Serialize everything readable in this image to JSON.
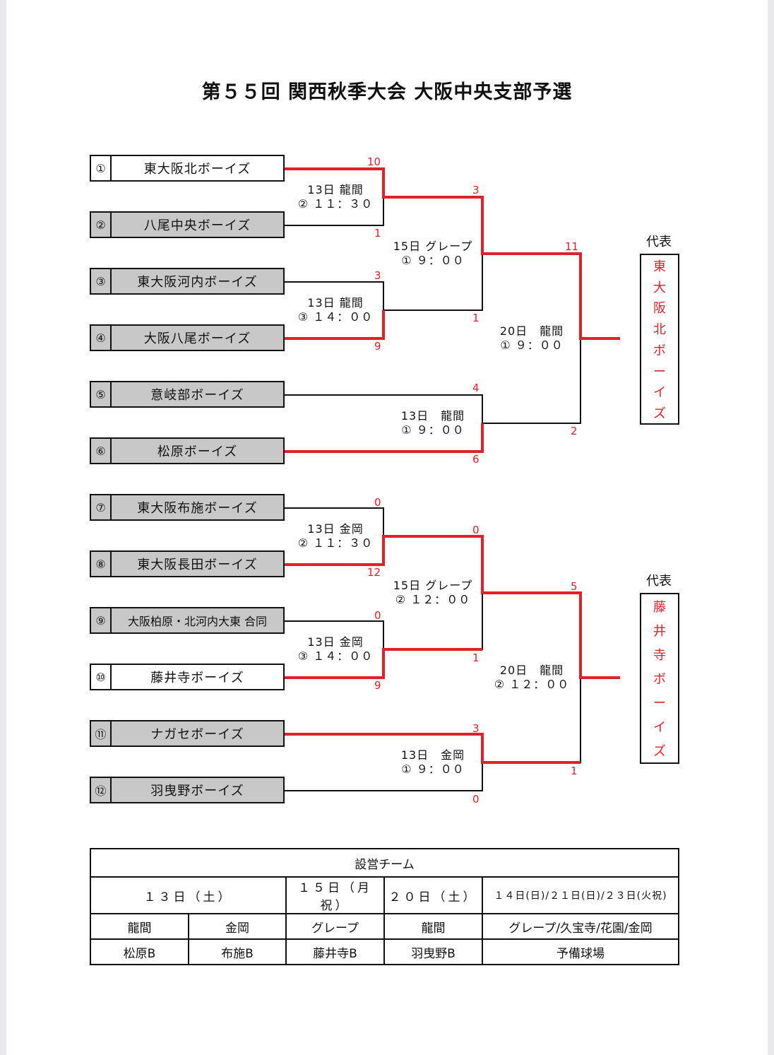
{
  "title": "第５５回 関西秋季大会 大阪中央支部予選",
  "teams": [
    {
      "num": "①",
      "name": "東大阪北ボーイズ",
      "gray": false
    },
    {
      "num": "②",
      "name": "八尾中央ボーイズ",
      "gray": true
    },
    {
      "num": "③",
      "name": "東大阪河内ボーイズ",
      "gray": true
    },
    {
      "num": "④",
      "name": "大阪八尾ボーイズ",
      "gray": true
    },
    {
      "num": "⑤",
      "name": "意岐部ボーイズ",
      "gray": true
    },
    {
      "num": "⑥",
      "name": "松原ボーイズ",
      "gray": true
    },
    {
      "num": "⑦",
      "name": "東大阪布施ボーイズ",
      "gray": true
    },
    {
      "num": "⑧",
      "name": "東大阪長田ボーイズ",
      "gray": true
    },
    {
      "num": "⑨",
      "name": "大阪柏原・北河内大東 合同",
      "gray": true
    },
    {
      "num": "⑩",
      "name": "藤井寺ボーイズ",
      "gray": false
    },
    {
      "num": "⑪",
      "name": "ナガセボーイズ",
      "gray": true
    },
    {
      "num": "⑫",
      "name": "羽曳野ボーイズ",
      "gray": true
    }
  ],
  "scores": [
    "10",
    "1",
    "3",
    "9",
    "3",
    "1",
    "4",
    "6",
    "11",
    "2",
    "0",
    "12",
    "0",
    "9",
    "0",
    "1",
    "3",
    "0",
    "5",
    "1"
  ],
  "games": [
    {
      "line1": "13日 龍間",
      "line2": "② １１：３０"
    },
    {
      "line1": "13日 龍間",
      "line2": "③ １４：００"
    },
    {
      "line1": "15日 グレープ",
      "line2": "① ９：００"
    },
    {
      "line1": "13日　龍間",
      "line2": "① ９：００"
    },
    {
      "line1": "20日　龍間",
      "line2": "① ９：００"
    },
    {
      "line1": "13日 金岡",
      "line2": "② １１：３０"
    },
    {
      "line1": "13日 金岡",
      "line2": "③ １４：００"
    },
    {
      "line1": "15日 グレープ",
      "line2": "② １２：００"
    },
    {
      "line1": "13日　金岡",
      "line2": "① ９：００"
    },
    {
      "line1": "20日　龍間",
      "line2": "② １２：００"
    }
  ],
  "representatives": [
    {
      "label": "代表",
      "chars": [
        "東",
        "大",
        "阪",
        "北",
        "ボ",
        "ー",
        "イ",
        "ズ"
      ]
    },
    {
      "label": "代表",
      "chars": [
        "藤",
        "井",
        "寺",
        "ボ",
        "ー",
        "イ",
        "ズ"
      ]
    }
  ],
  "staff": {
    "header": "設営チーム",
    "days": [
      "１３日（土）",
      "１５日（月祝）",
      "２０日（土）",
      "１４日(日)/２１日(日)/２３日(火祝)"
    ],
    "venues": [
      "龍間",
      "金岡",
      "グレープ",
      "龍間",
      "グレープ/久宝寺/花園/金岡"
    ],
    "teams": [
      "松原B",
      "布施B",
      "藤井寺B",
      "羽曳野B",
      "予備球場"
    ]
  },
  "colors": {
    "win_line": "#e0202a",
    "loss_line": "#111111",
    "team_gray": "#c8c8c8"
  }
}
